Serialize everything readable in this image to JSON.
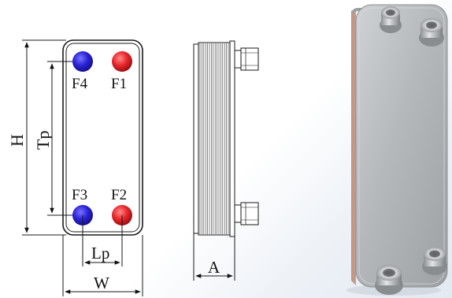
{
  "front_view": {
    "port_labels": {
      "f4": "F4",
      "f1": "F1",
      "f3": "F3",
      "f2": "F2"
    },
    "dimension_labels": {
      "height": "H",
      "port_spacing_vertical": "Tp",
      "port_spacing_horizontal": "Lp",
      "width": "W"
    }
  },
  "side_view": {
    "dimension_labels": {
      "thickness": "A"
    }
  },
  "colors": {
    "cold_port": "#2a22d6",
    "hot_port": "#e8262a",
    "line": "#1a1a1a",
    "metal": "#b9bcbf",
    "copper_edge": "#c98a76"
  }
}
